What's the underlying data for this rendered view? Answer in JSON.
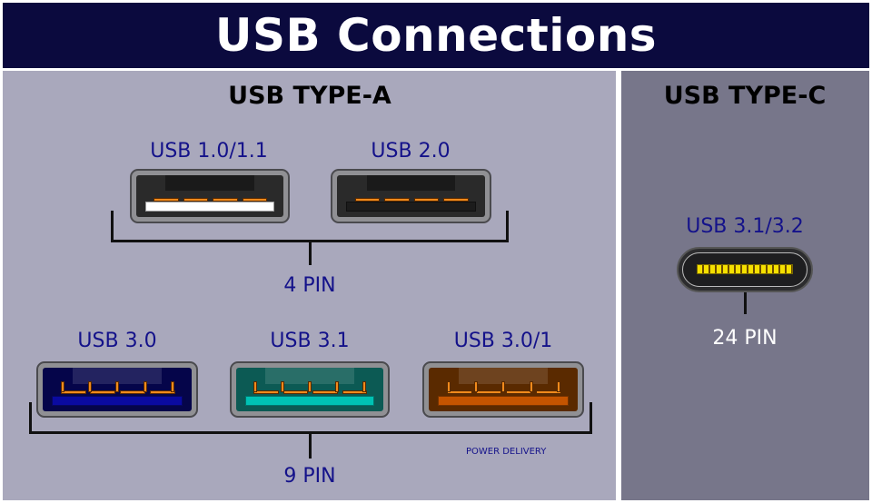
{
  "title": "USB Connections",
  "type_a": {
    "heading": "USB TYPE-A",
    "four_pin": {
      "label": "4 PIN",
      "ports": [
        {
          "label": "USB 1.0/1.1",
          "insert_color": "#ffffff",
          "body_color": "#2a2a2a"
        },
        {
          "label": "USB 2.0",
          "insert_color": "#1c1c1c",
          "body_color": "#2a2a2a"
        }
      ]
    },
    "nine_pin": {
      "label": "9 PIN",
      "ports": [
        {
          "label": "USB 3.0",
          "insert_color": "#0a0aa0",
          "body_color": "#05054a"
        },
        {
          "label": "USB 3.1",
          "insert_color": "#00c2b4",
          "body_color": "#0c5a54"
        },
        {
          "label": "USB 3.0/1",
          "insert_color": "#c45400",
          "body_color": "#5a2a00"
        }
      ]
    },
    "note": "POWER DELIVERY"
  },
  "type_c": {
    "heading": "USB TYPE-C",
    "port_label": "USB 3.1/3.2",
    "pin_label": "24 PIN"
  },
  "colors": {
    "pin": "#f08a1c",
    "label": "#14128a"
  }
}
